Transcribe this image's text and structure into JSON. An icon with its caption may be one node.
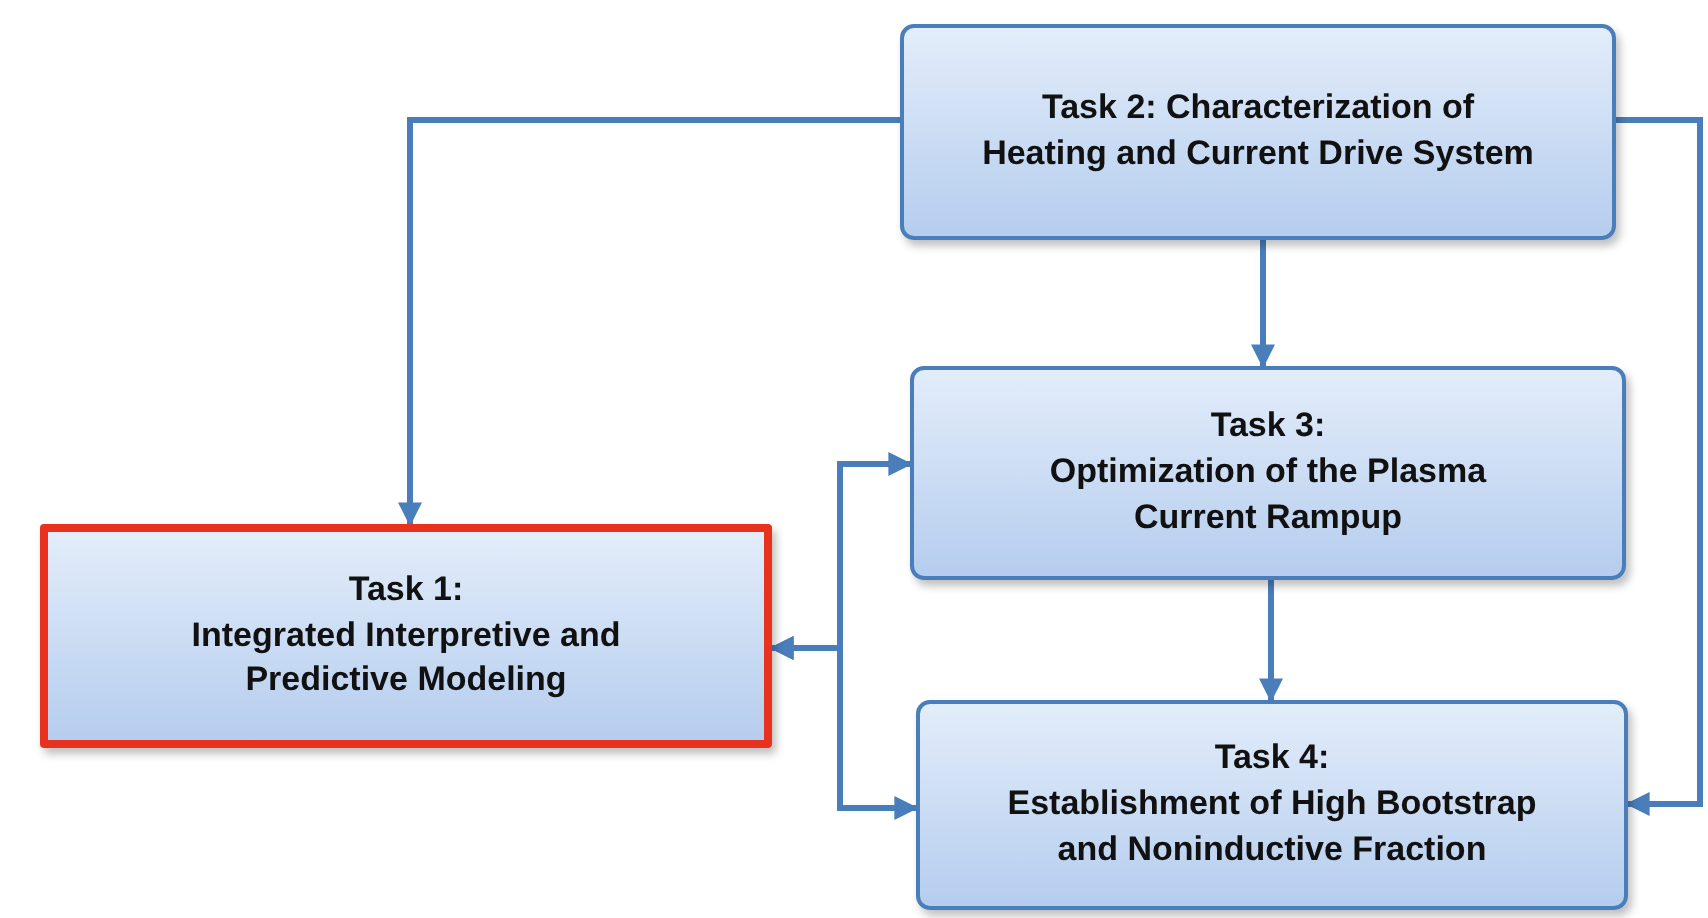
{
  "diagram": {
    "nodes": [
      {
        "text": [
          "Task 2:  Characterization of Heating and Current Drive System"
        ]
      },
      {
        "text": [
          "Task 3:",
          "Optimization of the Plasma Current Rampup"
        ]
      },
      {
        "text": [
          "Task 1:",
          "Integrated Interpretive and Predictive Modeling"
        ]
      },
      {
        "text": [
          "Task 4:",
          "Establishment of High Bootstrap and Noninductive Fraction"
        ]
      }
    ],
    "edges": [
      {
        "from": 0,
        "to": 2,
        "arrow": "to"
      },
      {
        "from": 0,
        "to": 1,
        "arrow": "to"
      },
      {
        "from": 1,
        "to": 3,
        "arrow": "to"
      },
      {
        "from": 2,
        "to": 1,
        "arrow": "both"
      },
      {
        "from": 2,
        "to": 3,
        "arrow": "both"
      },
      {
        "from": 0,
        "to": 3,
        "arrow": "to"
      }
    ]
  }
}
